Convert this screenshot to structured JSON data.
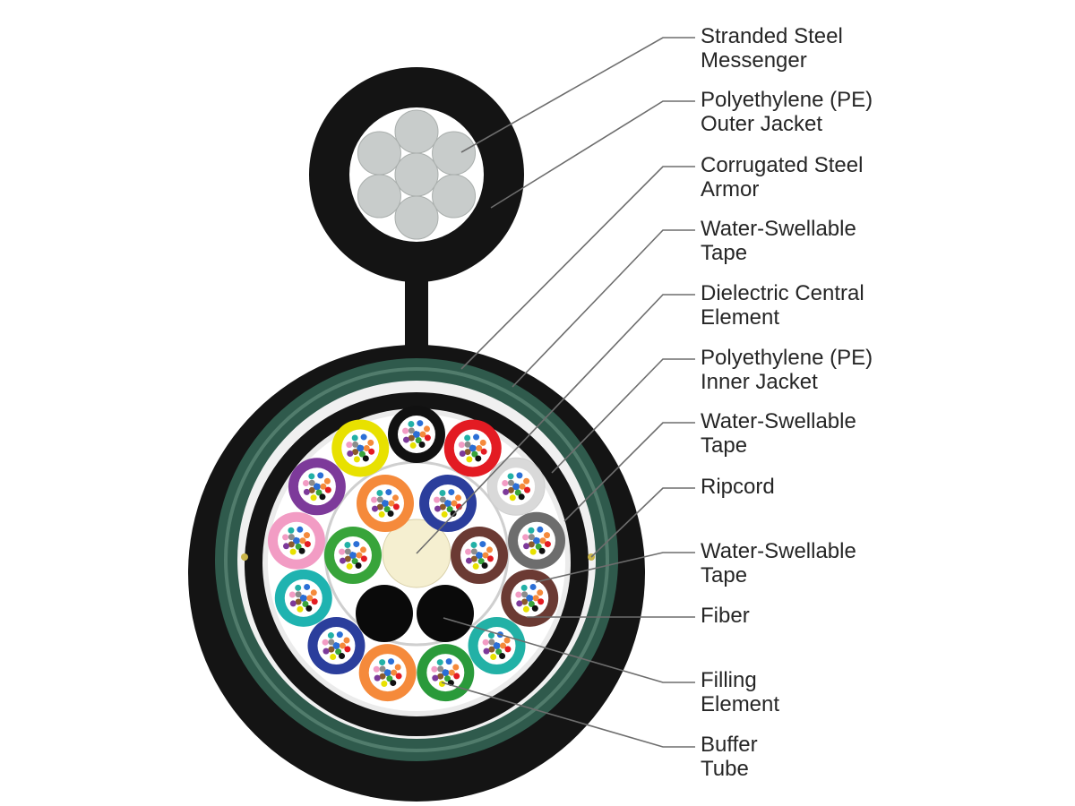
{
  "labels": [
    {
      "line1": "Stranded Steel",
      "line2": "Messenger"
    },
    {
      "line1": "Polyethylene (PE)",
      "line2": "Outer Jacket"
    },
    {
      "line1": "Corrugated Steel",
      "line2": "Armor"
    },
    {
      "line1": "Water-Swellable",
      "line2": "Tape"
    },
    {
      "line1": "Dielectric Central",
      "line2": "Element"
    },
    {
      "line1": "Polyethylene (PE)",
      "line2": "Inner Jacket"
    },
    {
      "line1": "Water-Swellable",
      "line2": "Tape"
    },
    {
      "line1": "Ripcord",
      "line2": ""
    },
    {
      "line1": "Water-Swellable",
      "line2": "Tape"
    },
    {
      "line1": "Fiber",
      "line2": ""
    },
    {
      "line1": "Filling",
      "line2": "Element"
    },
    {
      "line1": "Buffer",
      "line2": "Tube"
    }
  ],
  "colors": {
    "jacket": "#141414",
    "armor": "#2f5a4c",
    "armor_light": "#5f8a7a",
    "steel_wire": "#c8cccb",
    "central_element": "#f5efd0",
    "filler": "#0a0a0a",
    "leader_line": "#6d6d6d",
    "text": "#262626"
  },
  "outer_tubes": [
    "#111111",
    "#e31b23",
    "#f2f2f2",
    "#6d6d6d",
    "#6b3a33",
    "#22b1a6",
    "#2a9a3a",
    "#f58a3b",
    "#2b3e9c",
    "#1fb3b0",
    "#f29cc4",
    "#7d3a9a",
    "#e8e100"
  ],
  "inner_tubes": [
    "#f58a3b",
    "#2b3e9c",
    "#6b3a33",
    "#38a43a"
  ],
  "fiber_colors": [
    "#2b6fd6",
    "#f58a3b",
    "#38a43a",
    "#8b5a2b",
    "#8c8c8c",
    "#ffffff",
    "#e31b23",
    "#111111",
    "#e8e100",
    "#7d3a9a",
    "#f29cc4",
    "#22b1a6"
  ]
}
